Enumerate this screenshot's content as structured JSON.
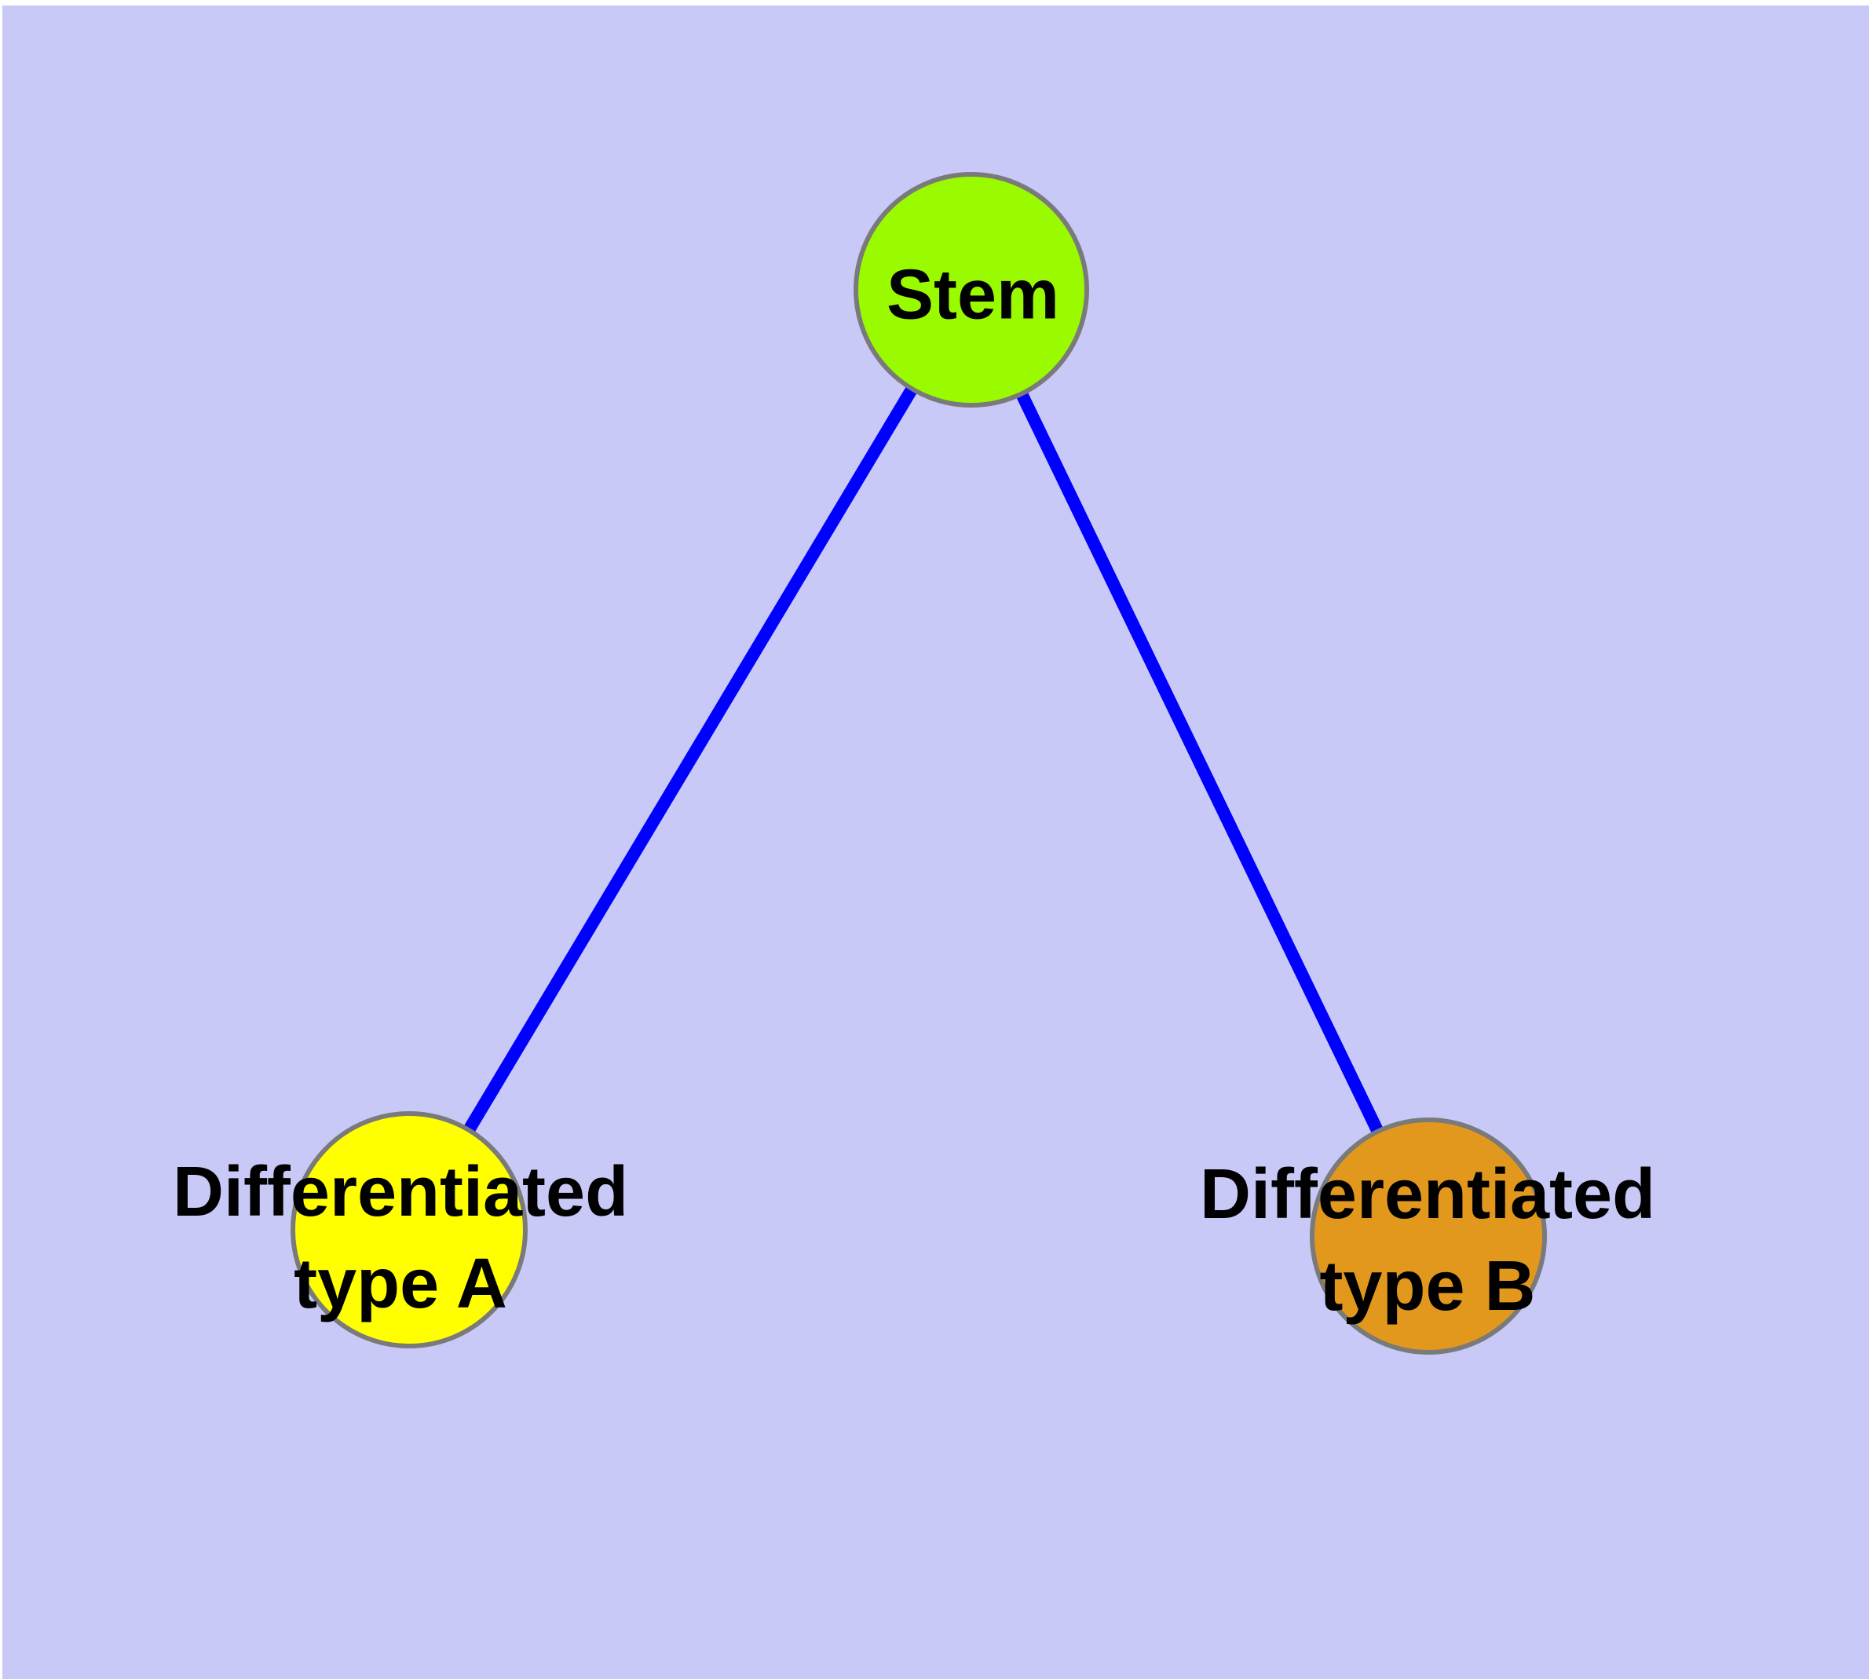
{
  "colors": {
    "page_bg": "#ffffff",
    "plot_bg": "#c9c9f8",
    "edge": "#0000ff",
    "node_border": "#7a7a7a",
    "node_stem": "#9afb00",
    "node_type_a": "#ffff00",
    "node_type_b": "#e2981d",
    "label_text": "#000000"
  },
  "graph": {
    "type": "undirected-network-diagram",
    "nodes": [
      {
        "id": "stem",
        "label": "Stem",
        "lines": [
          "Stem"
        ],
        "shape": "circle",
        "fill": "#9afb00"
      },
      {
        "id": "differentiated-type-a",
        "label": "Differentiated type A",
        "lines": [
          "Differentiated",
          "type A"
        ],
        "shape": "circle",
        "fill": "#ffff00"
      },
      {
        "id": "differentiated-type-b",
        "label": "Differentiated type B",
        "lines": [
          "Differentiated",
          "type B"
        ],
        "shape": "circle",
        "fill": "#e2981d"
      }
    ],
    "edges": [
      {
        "from": "Stem",
        "to": "Differentiated type A"
      },
      {
        "from": "Stem",
        "to": "Differentiated type B"
      }
    ]
  }
}
